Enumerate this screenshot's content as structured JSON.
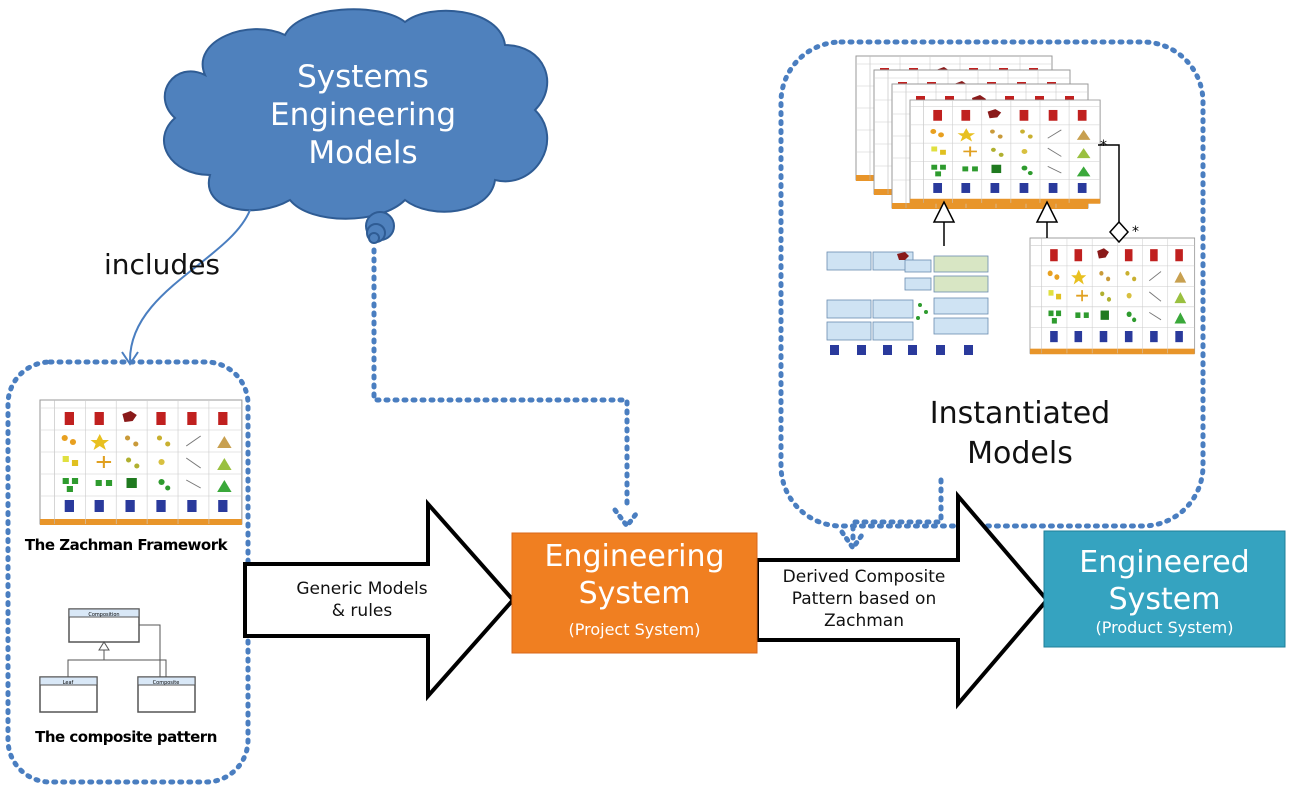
{
  "cloud": {
    "label": "Systems Engineering Models",
    "lines": [
      "Systems",
      "Engineering",
      "Models"
    ],
    "color": "#4f81bd",
    "icon": "cloud-shape"
  },
  "includes_label": "includes",
  "left_panel": {
    "zachman_caption": "The Zachman Framework",
    "composite_caption": "The composite pattern",
    "uml": {
      "parent": "Composition",
      "leaf": "Leaf",
      "composite": "Composite"
    }
  },
  "instantiated": {
    "lines": [
      "Instantiated",
      "Models"
    ],
    "multiplicity_top": "*",
    "multiplicity_diamond": "*"
  },
  "arrow_generic": {
    "lines": [
      "Generic Models",
      "& rules"
    ]
  },
  "arrow_derived": {
    "lines": [
      "Derived Composite",
      "Pattern based on",
      "Zachman"
    ]
  },
  "engineering_box": {
    "title_lines": [
      "Engineering",
      "System"
    ],
    "subtitle": "(Project System)",
    "color": "#f07f21"
  },
  "engineered_box": {
    "title_lines": [
      "Engineered",
      "System"
    ],
    "subtitle": "(Product System)",
    "color": "#35a3c0"
  },
  "colors": {
    "dotted": "#4a7ec0",
    "zachman_red": "#c0201f",
    "zachman_orange": "#e8952a",
    "zachman_green": "#2e9b2e",
    "zachman_blue": "#2a3a9c"
  }
}
